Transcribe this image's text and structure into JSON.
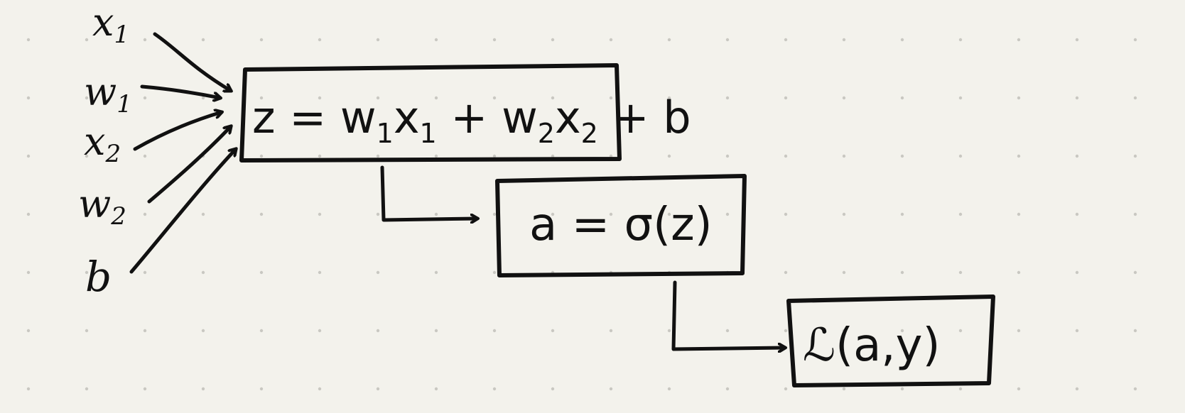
{
  "inputs": [
    {
      "id": "x1",
      "label": "x",
      "sub": "1"
    },
    {
      "id": "w1",
      "label": "w",
      "sub": "1"
    },
    {
      "id": "x2",
      "label": "x",
      "sub": "2"
    },
    {
      "id": "w2",
      "label": "w",
      "sub": "2"
    },
    {
      "id": "b",
      "label": "b",
      "sub": ""
    }
  ],
  "nodes": {
    "linear": {
      "parts": [
        "z = w",
        "1",
        "x",
        "1",
        " + w",
        "2",
        "x",
        "2",
        " + b"
      ]
    },
    "activation": {
      "text": "a = σ(z)"
    },
    "loss": {
      "text": "ℒ(a,y)"
    }
  },
  "colors": {
    "background": "#f3f2ec",
    "ink": "#111111",
    "dot": "#c9c8c2"
  }
}
